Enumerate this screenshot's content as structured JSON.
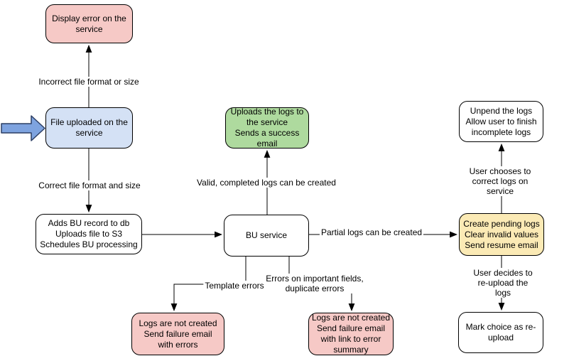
{
  "diagram": {
    "type": "flowchart",
    "background": "#ffffff",
    "colors": {
      "pink_fill": "#F6C9C6",
      "blue_fill": "#D4E1F5",
      "green_fill": "#AEDA9E",
      "yellow_fill": "#FBEAB5",
      "white_fill": "#FFFFFF",
      "node_border": "#000000",
      "connector": "#000000",
      "start_arrow_fill": "#7EA3DF",
      "start_arrow_border": "#2C3E64"
    },
    "nodes": {
      "display_error": {
        "label": "Display error on the\nservice",
        "color": "pink"
      },
      "file_uploaded": {
        "label": "File uploaded on the\nservice",
        "color": "blue"
      },
      "adds_bu_record": {
        "label": "Adds BU record to db\nUploads file to S3\nSchedules BU processing",
        "color": "white"
      },
      "uploads_logs": {
        "label": "Uploads the logs to\nthe service\nSends a success\nemail",
        "color": "green"
      },
      "bu_service": {
        "label": "BU service",
        "color": "white"
      },
      "create_pending_logs": {
        "label": "Create pending logs\nClear invalid values\nSend resume email",
        "color": "yellow"
      },
      "unpend_logs": {
        "label": "Unpend the logs\nAllow user to finish\nincomplete logs",
        "color": "white"
      },
      "mark_choice_reupload": {
        "label": "Mark choice as re-\nupload",
        "color": "white"
      },
      "logs_not_created_errors": {
        "label": "Logs are not created\nSend failure email\nwith errors",
        "color": "pink"
      },
      "logs_not_created_summary": {
        "label": "Logs are not created\nSend failure email\nwith link to error\nsummary",
        "color": "pink"
      }
    },
    "edge_labels": {
      "incorrect_format": "Incorrect file format or size",
      "correct_format": "Correct file format and size",
      "valid_logs": "Valid, completed logs can be created",
      "partial_logs": "Partial logs can be created",
      "user_chooses": "User chooses to correct logs on service",
      "user_decides": "User decides to re-upload the logs",
      "template_errors": "Template errors",
      "important_fields": "Errors on important fields,\nduplicate errors"
    }
  }
}
